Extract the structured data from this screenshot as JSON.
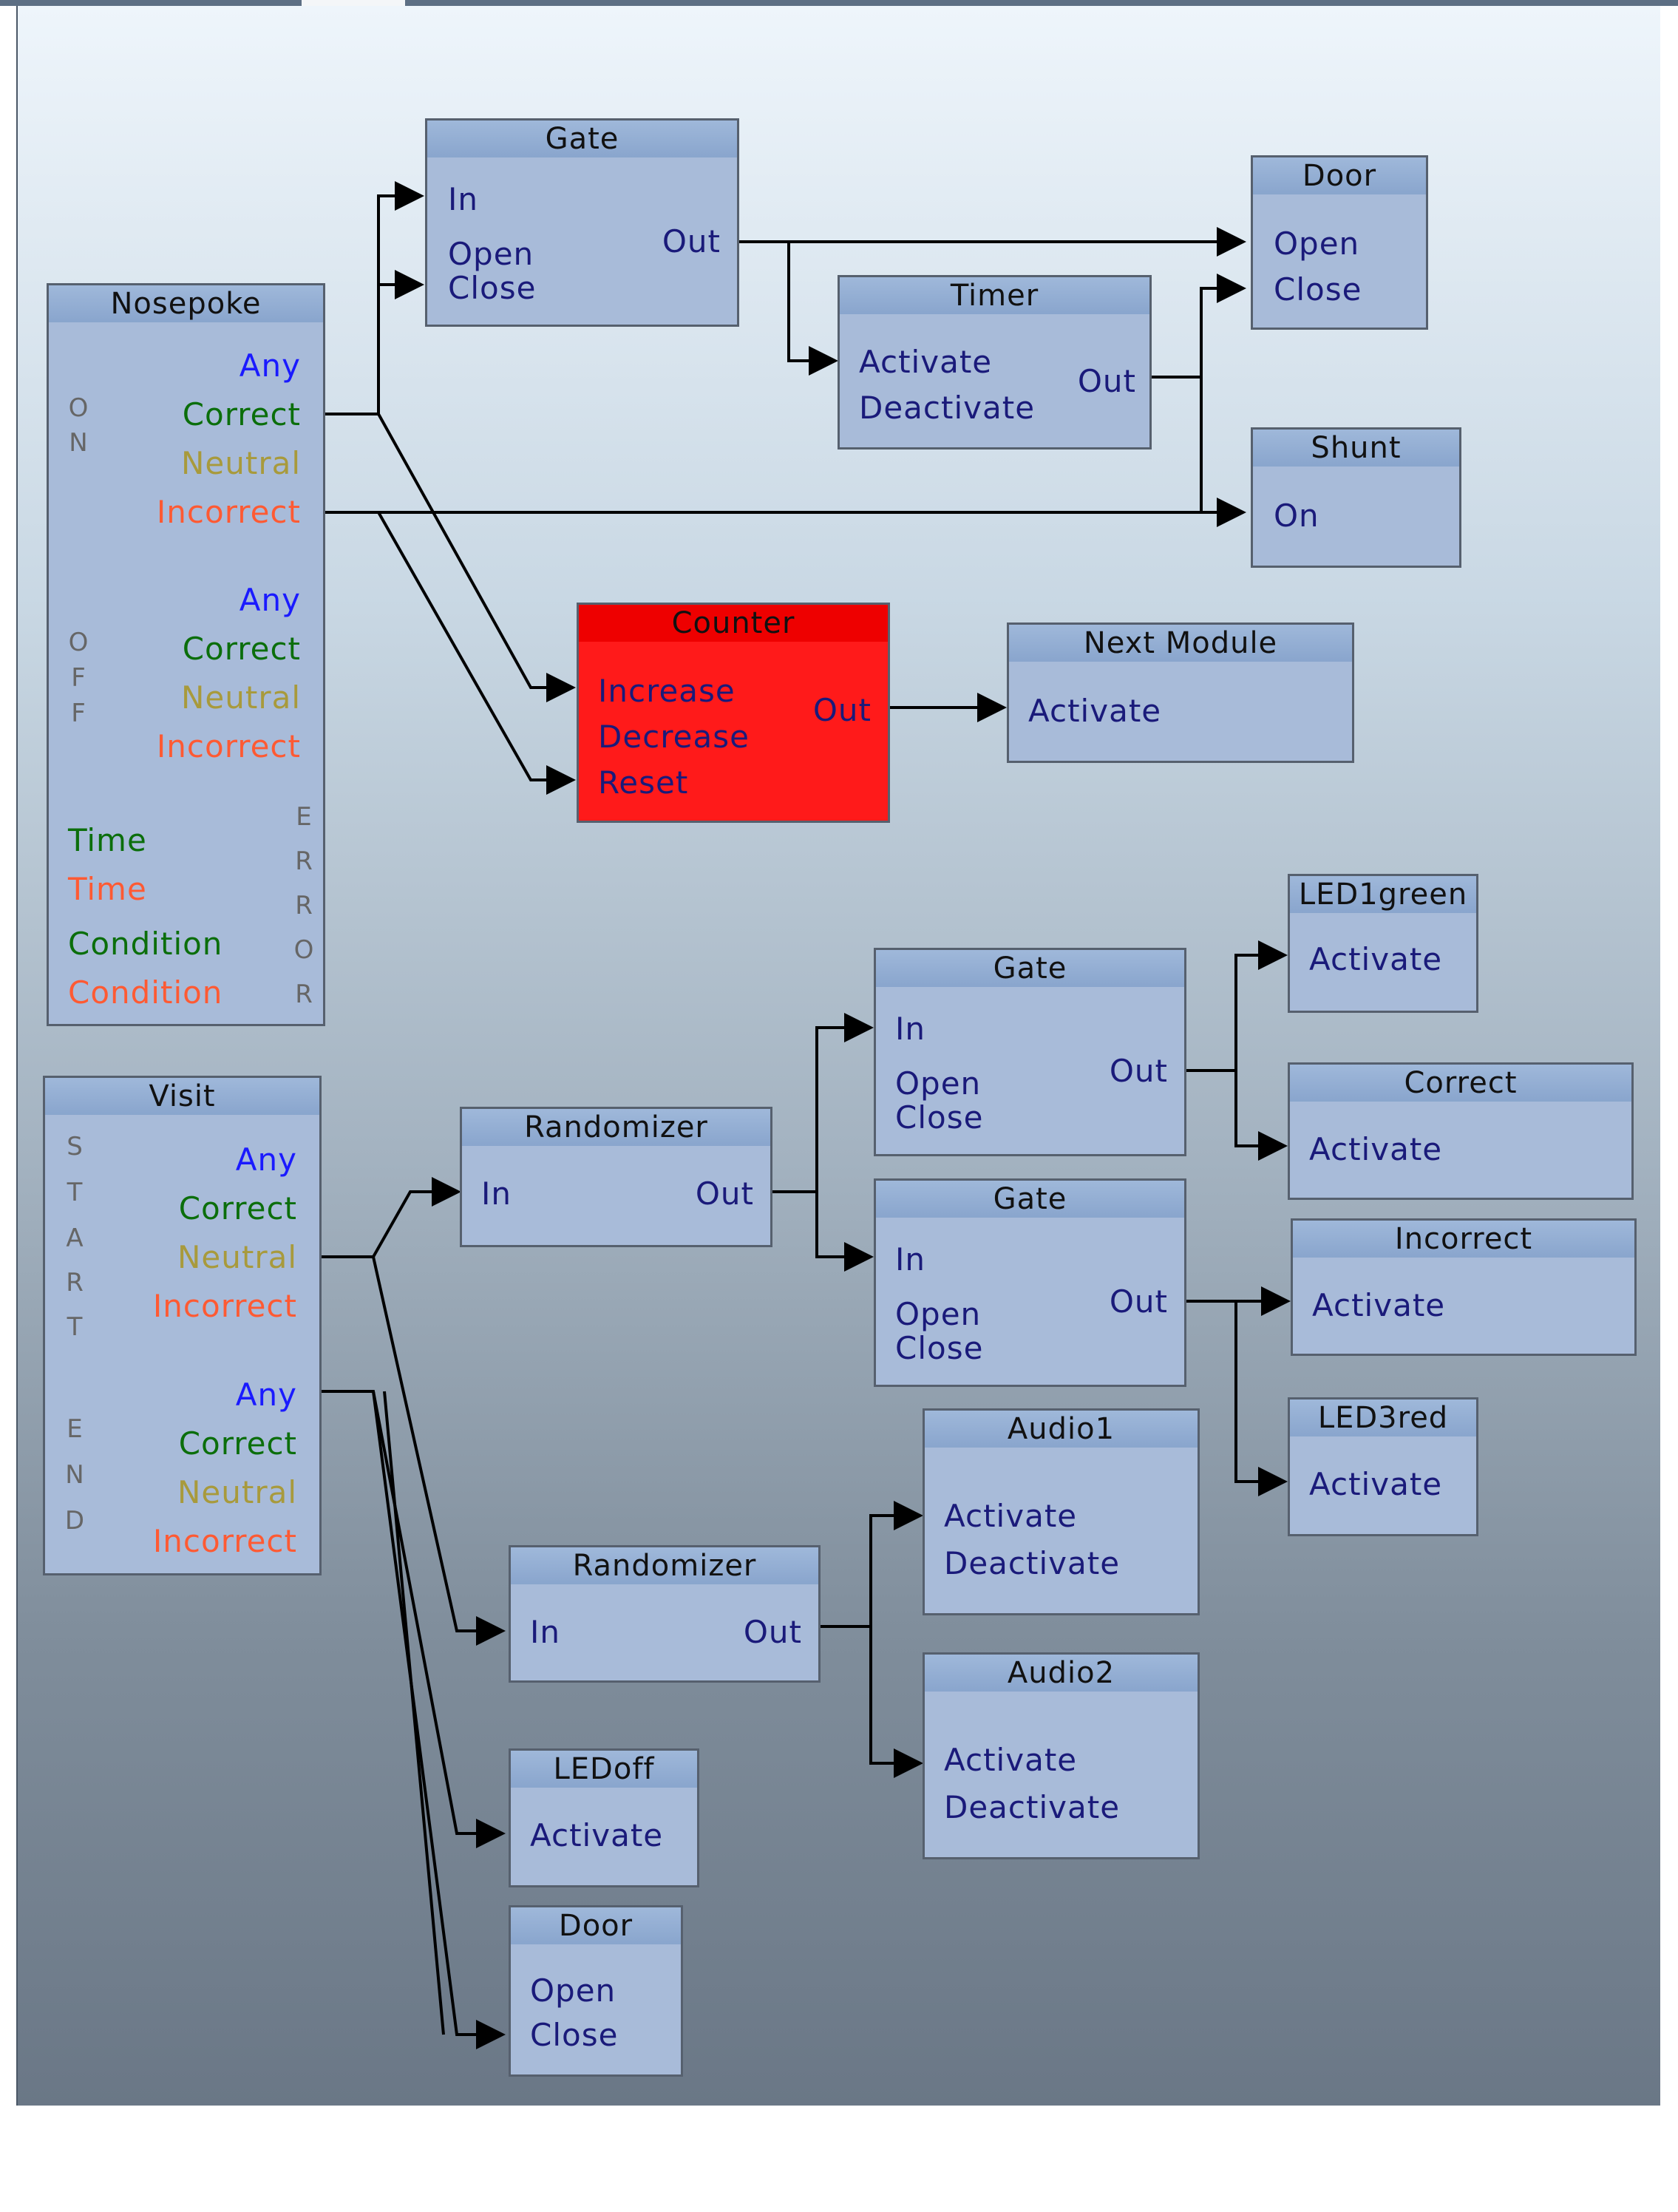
{
  "nodes": {
    "nosepoke": {
      "title": "Nosepoke",
      "on_label": [
        "O",
        "N"
      ],
      "off_label": [
        "O",
        "F",
        "F"
      ],
      "error_label": [
        "E",
        "R",
        "R",
        "O",
        "R"
      ],
      "on": {
        "any": "Any",
        "correct": "Correct",
        "neutral": "Neutral",
        "incorrect": "Incorrect"
      },
      "off": {
        "any": "Any",
        "correct": "Correct",
        "neutral": "Neutral",
        "incorrect": "Incorrect"
      },
      "time_correct": "Time",
      "time_incorrect": "Time",
      "cond_correct": "Condition",
      "cond_incorrect": "Condition"
    },
    "gate_top": {
      "title": "Gate",
      "in": "In",
      "open": "Open",
      "close": "Close",
      "out": "Out"
    },
    "door_top": {
      "title": "Door",
      "open": "Open",
      "close": "Close"
    },
    "timer": {
      "title": "Timer",
      "activate": "Activate",
      "deactivate": "Deactivate",
      "out": "Out"
    },
    "shunt": {
      "title": "Shunt",
      "on": "On"
    },
    "counter": {
      "title": "Counter",
      "increase": "Increase",
      "decrease": "Decrease",
      "reset": "Reset",
      "out": "Out"
    },
    "next_module": {
      "title": "Next Module",
      "activate": "Activate"
    },
    "visit": {
      "title": "Visit",
      "start_label": [
        "S",
        "T",
        "A",
        "R",
        "T"
      ],
      "end_label": [
        "E",
        "N",
        "D"
      ],
      "start": {
        "any": "Any",
        "correct": "Correct",
        "neutral": "Neutral",
        "incorrect": "Incorrect"
      },
      "end": {
        "any": "Any",
        "correct": "Correct",
        "neutral": "Neutral",
        "incorrect": "Incorrect"
      }
    },
    "randomizer1": {
      "title": "Randomizer",
      "in": "In",
      "out": "Out"
    },
    "gate2": {
      "title": "Gate",
      "in": "In",
      "open": "Open",
      "close": "Close",
      "out": "Out"
    },
    "gate3": {
      "title": "Gate",
      "in": "In",
      "open": "Open",
      "close": "Close",
      "out": "Out"
    },
    "led1green": {
      "title": "LED1green",
      "activate": "Activate"
    },
    "correct_node": {
      "title": "Correct",
      "activate": "Activate"
    },
    "incorrect_node": {
      "title": "Incorrect",
      "activate": "Activate"
    },
    "led3red": {
      "title": "LED3red",
      "activate": "Activate"
    },
    "audio1": {
      "title": "Audio1",
      "activate": "Activate",
      "deactivate": "Deactivate"
    },
    "audio2": {
      "title": "Audio2",
      "activate": "Activate",
      "deactivate": "Deactivate"
    },
    "randomizer2": {
      "title": "Randomizer",
      "in": "In",
      "out": "Out"
    },
    "ledoff": {
      "title": "LEDoff",
      "activate": "Activate"
    },
    "door_bottom": {
      "title": "Door",
      "open": "Open",
      "close": "Close"
    }
  },
  "colors": {
    "any": "#1a1aff",
    "correct": "#0b6e0b",
    "neutral": "#a89a3c",
    "incorrect": "#ff5a33",
    "port": "#1a1a7a",
    "node_fill": "#a8bbd9",
    "counter_fill": "#ff1a1a"
  }
}
